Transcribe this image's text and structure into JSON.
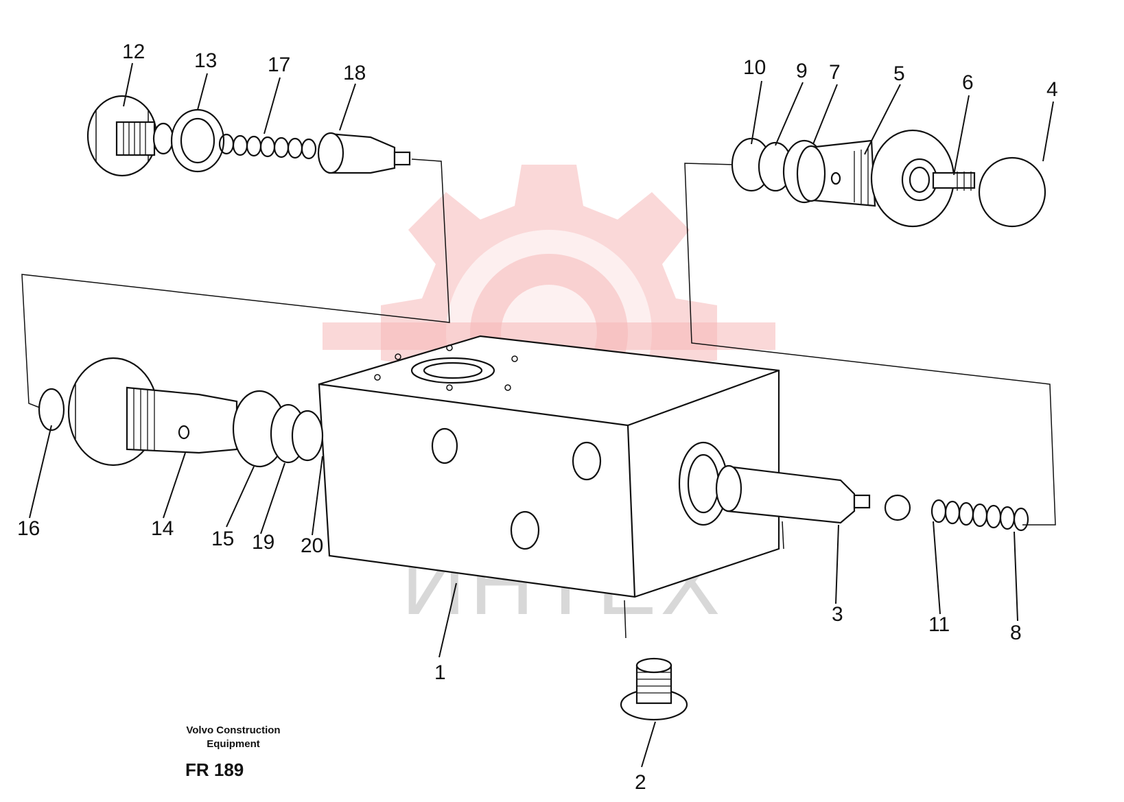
{
  "watermark": {
    "text": "ИНТЕХ",
    "color": "#f5b8b8"
  },
  "caption": {
    "company_line1": "Volvo Construction",
    "company_line2": "Equipment",
    "figure_code": "FR 189"
  },
  "callouts": {
    "c1": "1",
    "c2": "2",
    "c3": "3",
    "c4": "4",
    "c5": "5",
    "c6": "6",
    "c7": "7",
    "c8": "8",
    "c9": "9",
    "c10": "10",
    "c11": "11",
    "c12": "12",
    "c13": "13",
    "c14": "14",
    "c15": "15",
    "c16": "16",
    "c17": "17",
    "c18": "18",
    "c19": "19",
    "c20": "20"
  }
}
